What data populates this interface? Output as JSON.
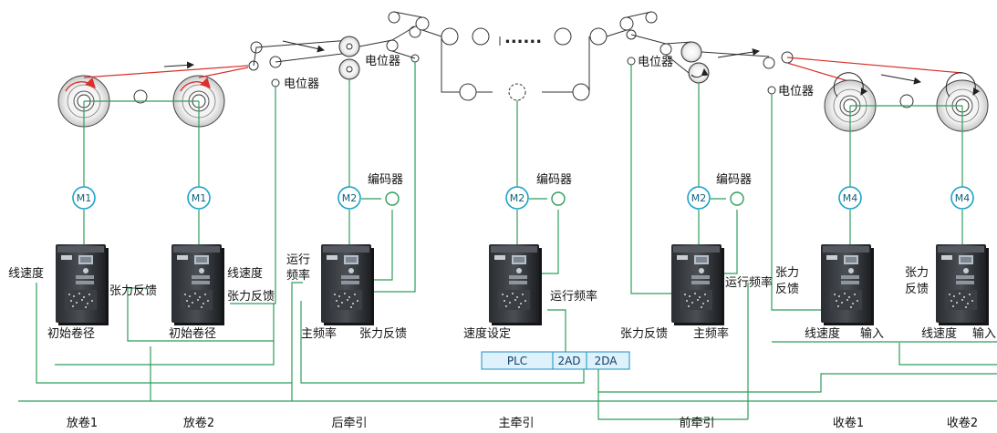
{
  "sections": [
    "放卷1",
    "放卷2",
    "后牵引",
    "主牵引",
    "前牵引",
    "收卷1",
    "收卷2"
  ],
  "motors": [
    {
      "id": "m-unwind1",
      "label": "M1"
    },
    {
      "id": "m-unwind2",
      "label": "M1"
    },
    {
      "id": "m-rear",
      "label": "M2"
    },
    {
      "id": "m-main",
      "label": "M2"
    },
    {
      "id": "m-front",
      "label": "M2"
    },
    {
      "id": "m-rewind1",
      "label": "M4"
    },
    {
      "id": "m-rewind2",
      "label": "M4"
    }
  ],
  "labels": {
    "potentiometer": "电位器",
    "encoder": "编码器",
    "line_speed": "线速度",
    "tension_feedback": "张力反馈",
    "initial_diameter": "初始卷径",
    "run_freq_line1": "运行",
    "run_freq_line2": "频率",
    "run_frequency": "运行频率",
    "main_frequency": "主频率",
    "speed_setting": "速度设定",
    "tension_l1": "张力",
    "tension_l2": "反馈",
    "input": "输入",
    "dots": "......"
  },
  "plc": {
    "name": "PLC",
    "ad": "2AD",
    "da": "2DA"
  },
  "colors": {
    "wire": "#2e9e5a",
    "web_material": "#d9312b",
    "motor": "#1aa3c9",
    "plc_fill": "#dff1fb",
    "plc_border": "#1a8fc4"
  }
}
